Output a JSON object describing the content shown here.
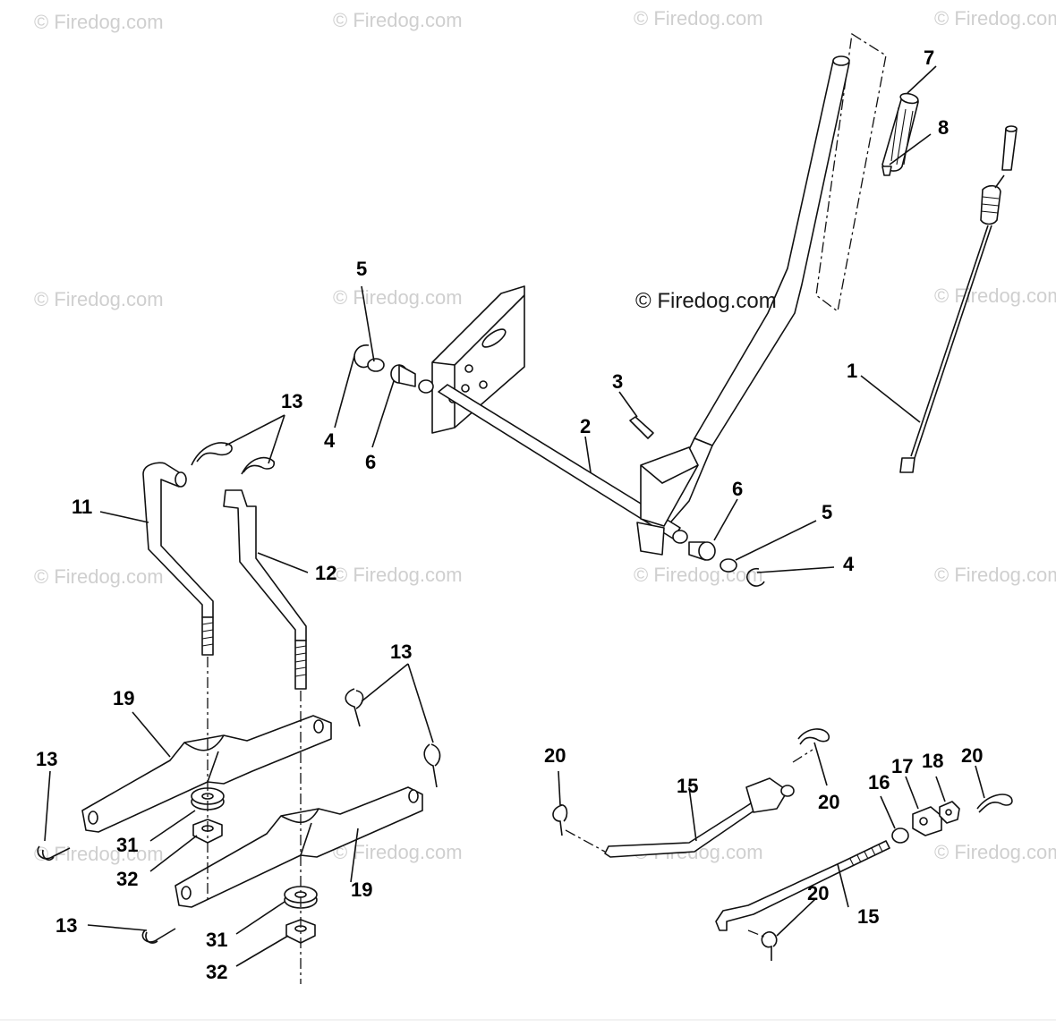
{
  "watermarks": {
    "repeat_text": "© Firedog.com",
    "center_text": "© Firedog.com"
  },
  "callouts": {
    "c1": "1",
    "c2": "2",
    "c3": "3",
    "c4a": "4",
    "c4b": "4",
    "c5a": "5",
    "c5b": "5",
    "c6a": "6",
    "c6b": "6",
    "c7": "7",
    "c8": "8",
    "c11": "11",
    "c12": "12",
    "c13a": "13",
    "c13b": "13",
    "c13c": "13",
    "c13d": "13",
    "c15a": "15",
    "c15b": "15",
    "c16": "16",
    "c17": "17",
    "c18": "18",
    "c19a": "19",
    "c19b": "19",
    "c20a": "20",
    "c20b": "20",
    "c20c": "20",
    "c20d": "20",
    "c31a": "31",
    "c31b": "31",
    "c32a": "32",
    "c32b": "32"
  }
}
